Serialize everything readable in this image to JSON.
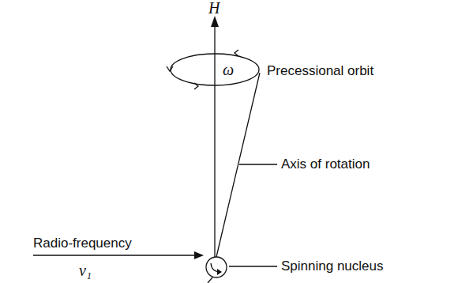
{
  "diagram": {
    "nodes": [
      {
        "text": [
          "ω"
        ]
      }
    ],
    "labels": [
      "H",
      "Precessional orbit",
      "Axis of rotation",
      "Radio-frequency",
      "ν₁",
      "Spinning nucleus"
    ]
  }
}
